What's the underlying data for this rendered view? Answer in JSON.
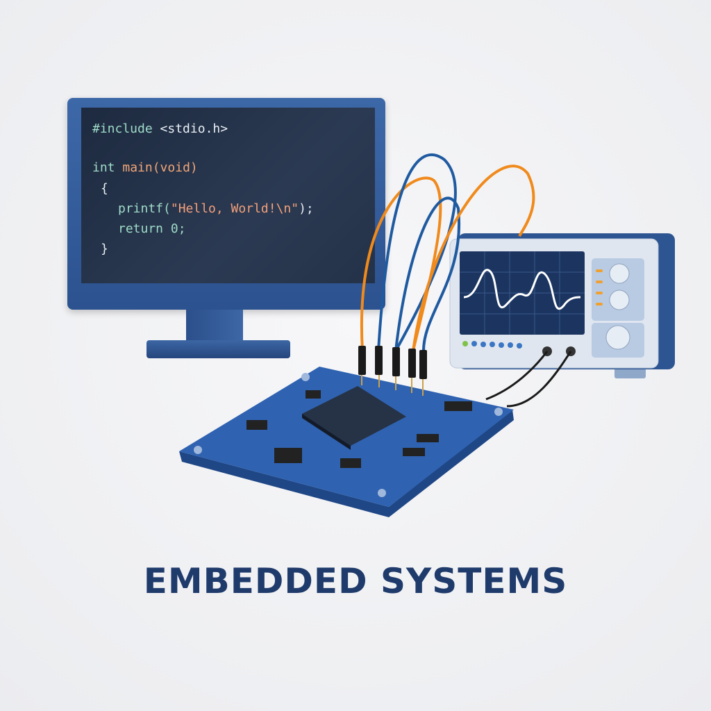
{
  "code": {
    "line1": {
      "directive": "#include",
      "header": "<stdio.h>"
    },
    "line2": {
      "type": "int",
      "func": "main",
      "args": "(void)"
    },
    "line3": "{",
    "line4": {
      "func": "printf(",
      "string": "\"Hello, World!\\n\"",
      "end": ");"
    },
    "line5": "return 0;",
    "line6": "}"
  },
  "title": "EMBEDDED SYSTEMS",
  "colors": {
    "accent": "#1f3b6b",
    "board": "#2f5fae",
    "wire_orange": "#f08a1c",
    "wire_blue": "#1f5aa0"
  }
}
